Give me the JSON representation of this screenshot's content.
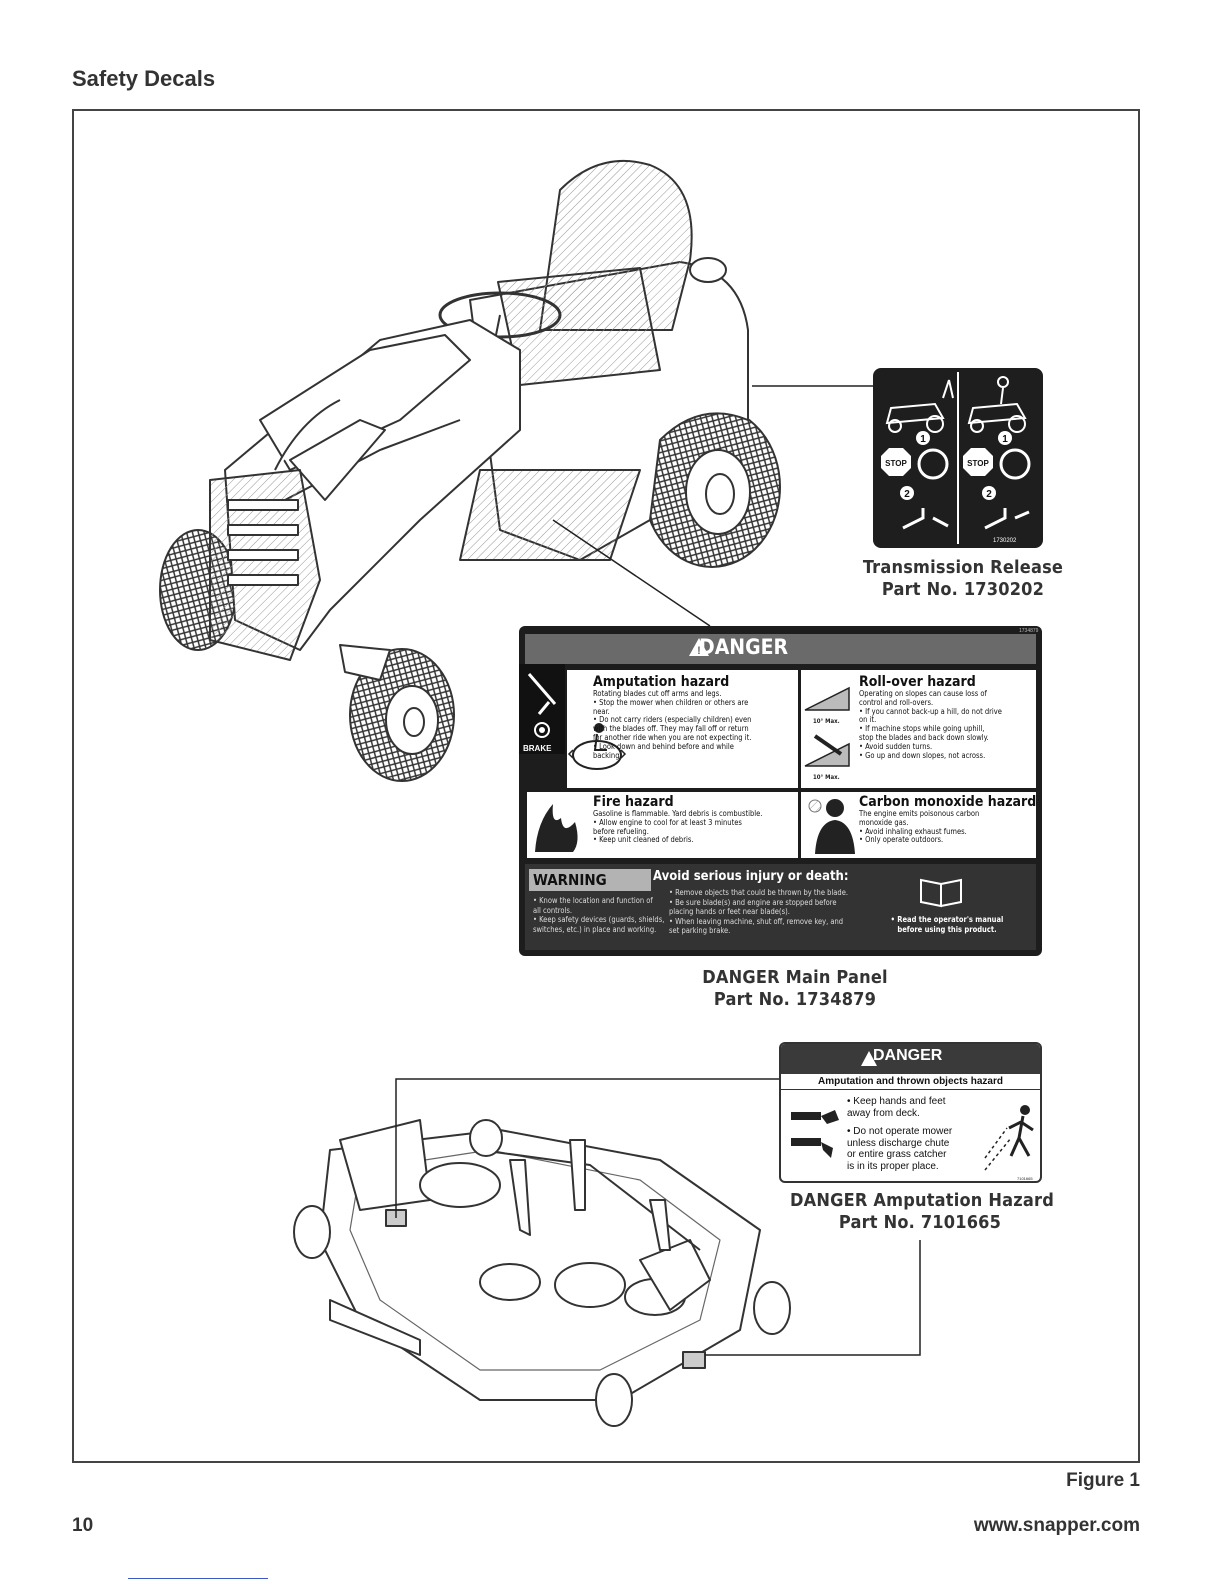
{
  "header": {
    "title": "Safety Decals"
  },
  "decals": {
    "transmission_release": {
      "name": "Transmission Release",
      "part": "Part No. 1730202",
      "stop_label": "STOP",
      "step1": "1",
      "step2": "2",
      "code": "1730202"
    },
    "main_panel": {
      "name": "DANGER Main Panel",
      "part": "Part No. 1734879",
      "danger_label": "DANGER",
      "code": "1734879",
      "brake_label": "BRAKE",
      "slope_label_1": "10° Max.",
      "slope_label_2": "10° Max.",
      "amputation": {
        "title": "Amputation hazard",
        "lines": [
          "Rotating blades cut off arms and legs.",
          "• Stop the mower when children or others are",
          "   near.",
          "• Do not carry riders (especially children) even",
          "   with the blades off. They may fall off or return",
          "   for another ride when you are not expecting it.",
          "• Look down and behind before and while",
          "   backing."
        ]
      },
      "rollover": {
        "title": "Roll-over hazard",
        "lines": [
          "Operating on slopes can cause loss of",
          "control and roll-overs.",
          "• If you cannot back-up a hill, do not drive",
          "   on it.",
          "• If machine stops while going uphill,",
          "   stop the blades and back down slowly.",
          "• Avoid sudden turns.",
          "• Go up and down slopes, not across."
        ]
      },
      "fire": {
        "title": "Fire hazard",
        "lines": [
          "Gasoline is flammable. Yard debris is combustible.",
          "• Allow engine to cool for at least 3 minutes",
          "   before refueling.",
          "• Keep unit cleaned of debris."
        ]
      },
      "carbon": {
        "title": "Carbon monoxide hazard",
        "lines": [
          "The engine emits poisonous carbon",
          "monoxide gas.",
          "• Avoid inhaling exhaust fumes.",
          "• Only operate outdoors."
        ]
      },
      "warning": {
        "label": "WARNING",
        "title": "Avoid serious injury or death:",
        "col1": [
          "• Know the location and function of",
          "   all controls.",
          "• Keep safety devices (guards, shields,",
          "   switches, etc.) in place and working."
        ],
        "col2": [
          "• Remove objects that could be thrown by the blade.",
          "• Be sure blade(s) and engine are stopped before",
          "   placing hands or feet near blade(s).",
          "• When leaving machine, shut off, remove key, and",
          "   set parking brake."
        ],
        "manual_lines": [
          "• Read the operator's manual",
          "before using this product."
        ]
      }
    },
    "amputation_decal": {
      "name": "DANGER Amputation Hazard",
      "part": "Part No. 7101665",
      "danger_label": "DANGER",
      "subtitle": "Amputation and thrown objects hazard",
      "line1": [
        "• Keep hands and feet",
        "  away from deck."
      ],
      "line2": [
        "• Do not operate mower",
        "  unless discharge chute",
        "  or entire grass catcher",
        "  is in its proper place."
      ],
      "code": "7101665"
    }
  },
  "footer": {
    "figure_label": "Figure 1",
    "page_number": "10",
    "website": "www.snapper.com"
  },
  "colors": {
    "decal_dark": "#1e1e1e",
    "frame": "#444444"
  }
}
